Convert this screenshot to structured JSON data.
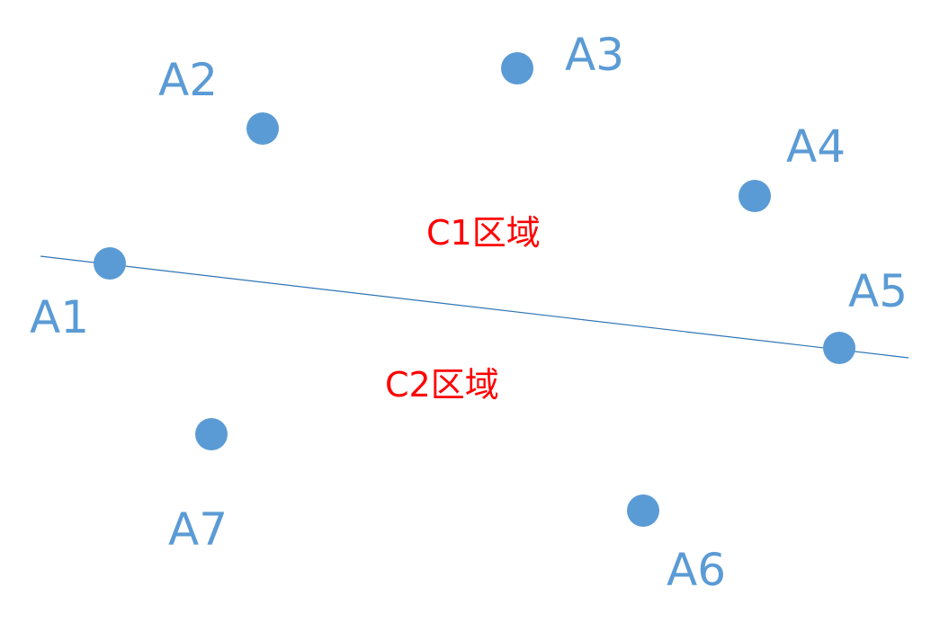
{
  "colors": {
    "point": "#5b9bd5",
    "label": "#5b9bd5",
    "line": "#2e75b6",
    "region": "#ff0000",
    "background": "#ffffff"
  },
  "points": [
    {
      "id": "a1",
      "label": "A1"
    },
    {
      "id": "a2",
      "label": "A2"
    },
    {
      "id": "a3",
      "label": "A3"
    },
    {
      "id": "a4",
      "label": "A4"
    },
    {
      "id": "a5",
      "label": "A5"
    },
    {
      "id": "a6",
      "label": "A6"
    },
    {
      "id": "a7",
      "label": "A7"
    }
  ],
  "regions": [
    {
      "id": "c1",
      "label": "C1区域"
    },
    {
      "id": "c2",
      "label": "C2区域"
    }
  ]
}
